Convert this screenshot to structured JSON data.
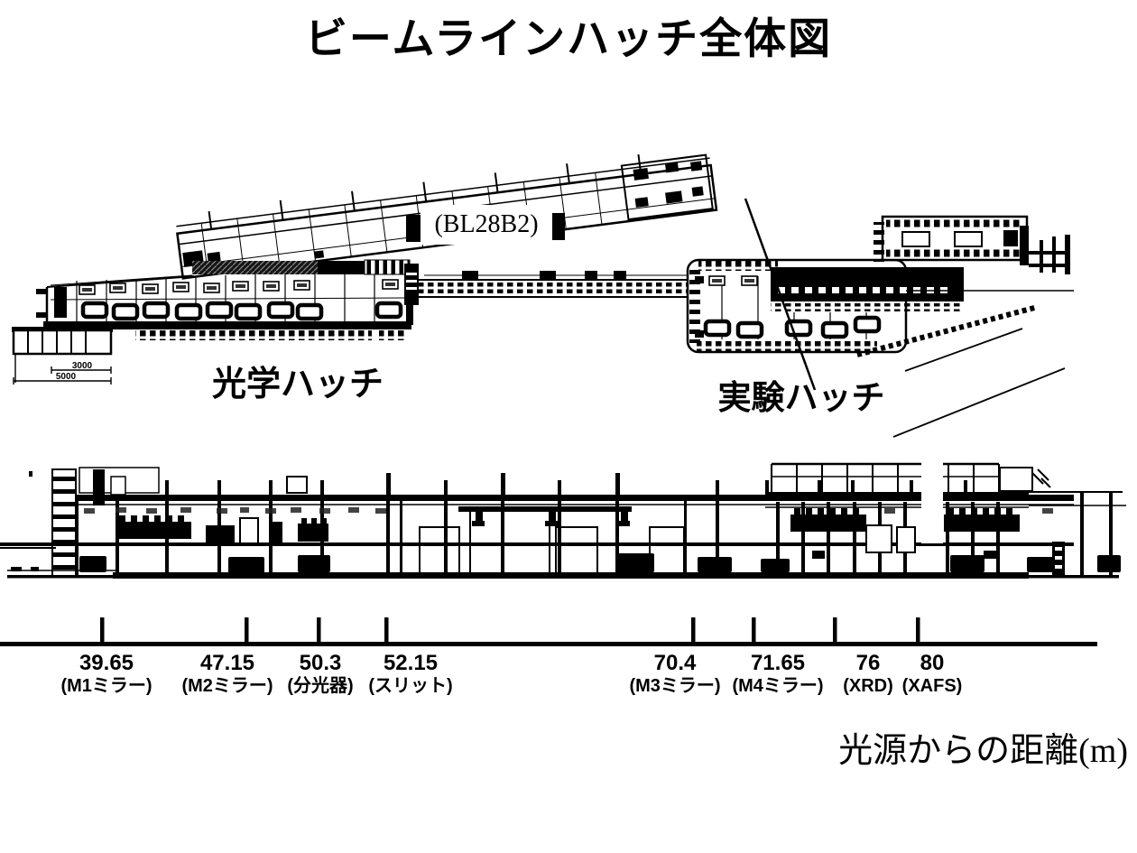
{
  "title": "ビームラインハッチ全体図",
  "plan_view": {
    "branch_label": "(BL28B2)",
    "optics_hutch_label": "光学ハッチ",
    "experimental_hutch_label": "実験ハッチ",
    "dim_upper": "3000",
    "dim_lower": "5000"
  },
  "scale_axis": {
    "caption": "光源からの距離",
    "caption_unit": "(m)",
    "ticks": [
      {
        "value": "39.65",
        "component": "(M1ミラー)"
      },
      {
        "value": "47.15",
        "component": "(M2ミラー)"
      },
      {
        "value": "50.3",
        "component": "(分光器)"
      },
      {
        "value": "52.15",
        "component": "(スリット)"
      },
      {
        "value": "70.4",
        "component": "(M3ミラー)"
      },
      {
        "value": "71.65",
        "component": "(M4ミラー)"
      },
      {
        "value": "76",
        "component": "(XRD)"
      },
      {
        "value": "80",
        "component": "(XAFS)"
      }
    ]
  }
}
